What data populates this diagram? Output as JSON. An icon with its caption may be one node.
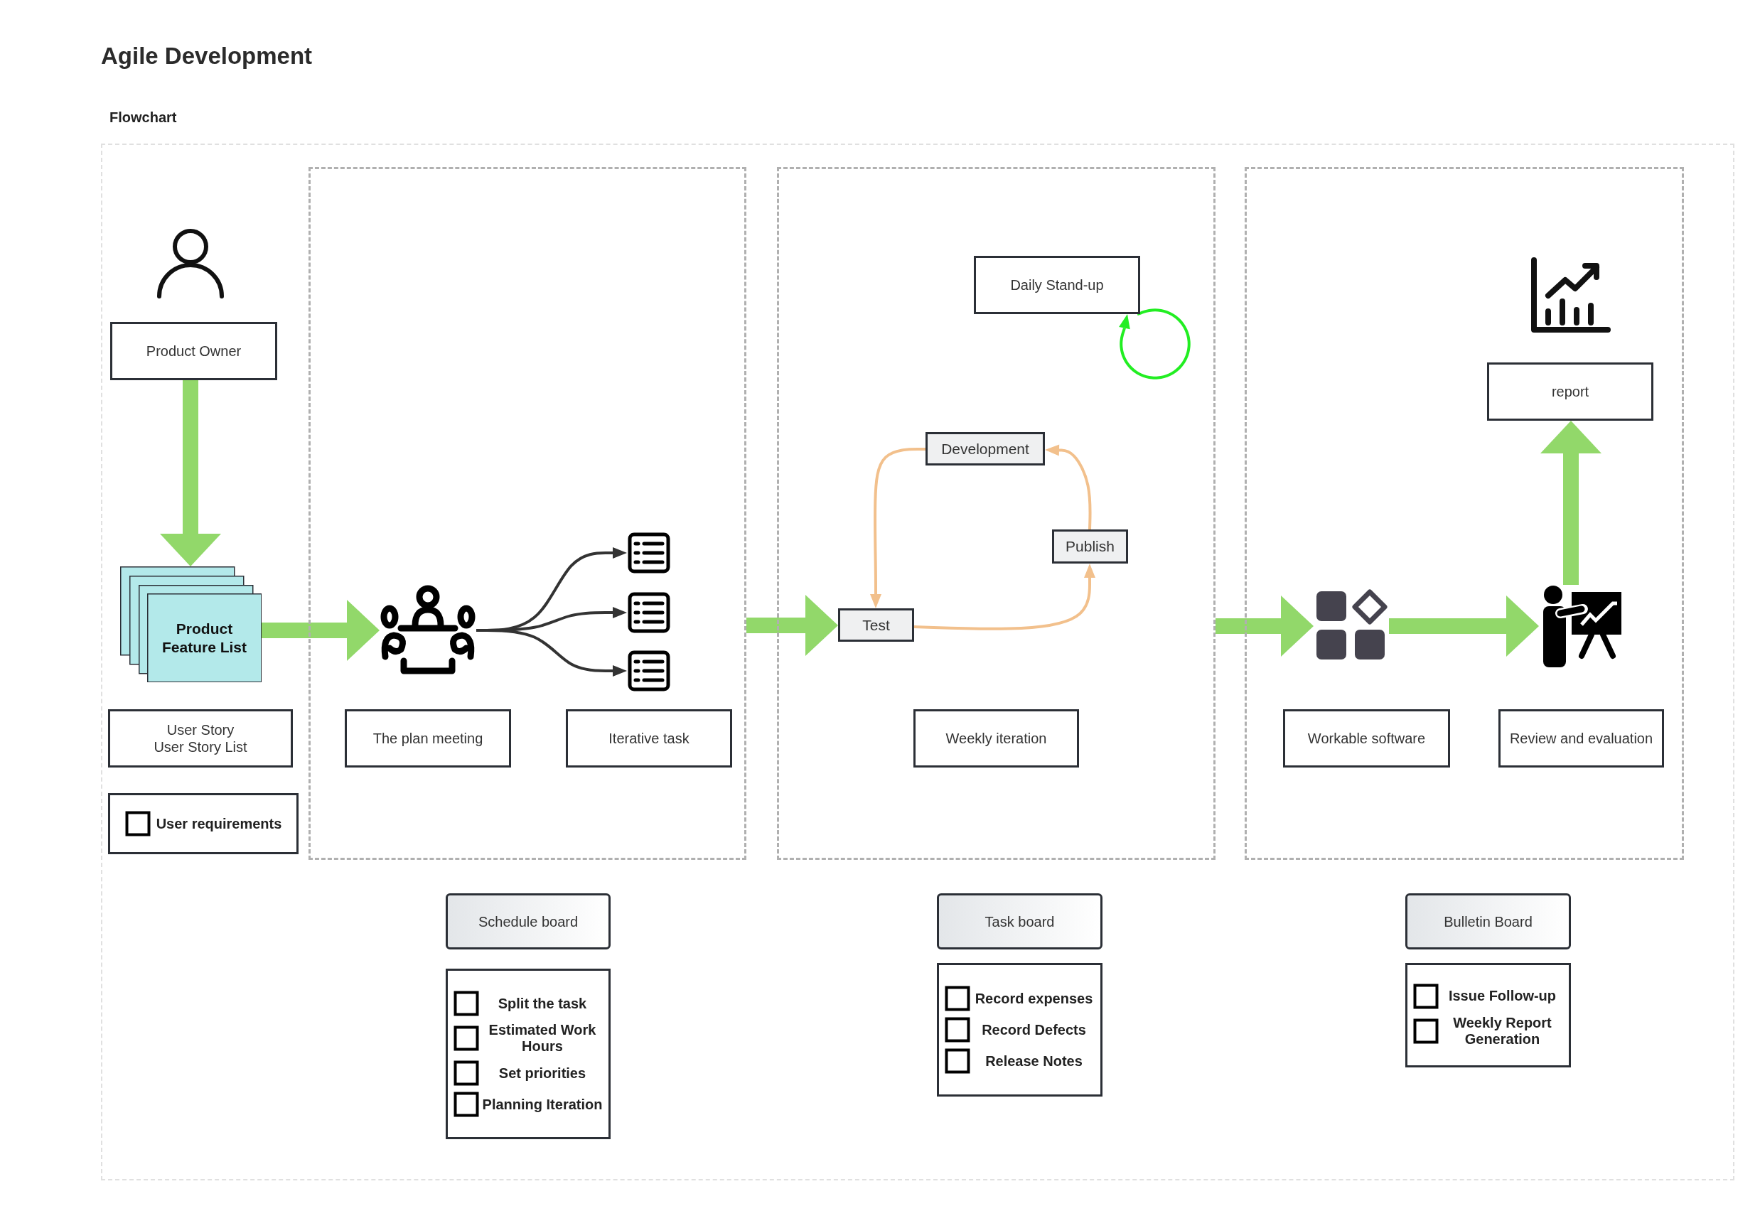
{
  "diagram": {
    "title": "Agile Development",
    "nodes": [
      {
        "text": [
          "Flowchart"
        ]
      },
      {
        "text": [],
        "shape": "box",
        "in": 0
      },
      {
        "text": [],
        "shape": "box",
        "in": 0
      },
      {
        "text": [],
        "shape": "box",
        "in": 0
      },
      {
        "text": [
          "Product Owner"
        ],
        "in": 0
      },
      {
        "text": [
          "Product Feature List"
        ],
        "in": 0
      },
      {
        "text": [
          "User Story",
          "User Story List"
        ],
        "in": 0
      },
      {
        "text": [
          "User requirements"
        ],
        "in": 0
      },
      {
        "text": [],
        "shape": "icon",
        "in": 1
      },
      {
        "text": [],
        "shape": "icon",
        "in": 1
      },
      {
        "text": [],
        "shape": "icon",
        "in": 1
      },
      {
        "text": [],
        "shape": "icon",
        "in": 1
      },
      {
        "text": [
          "The plan meeting"
        ],
        "in": 1
      },
      {
        "text": [
          "Iterative task"
        ],
        "in": 1
      },
      {
        "text": [
          "Daily Stand-up"
        ],
        "in": 2
      },
      {
        "text": [
          "Development"
        ],
        "in": 2
      },
      {
        "text": [
          "Publish"
        ],
        "in": 2
      },
      {
        "text": [
          "Test"
        ],
        "in": 2
      },
      {
        "text": [
          "Weekly iteration"
        ],
        "in": 2
      },
      {
        "text": [],
        "shape": "icon",
        "in": 3
      },
      {
        "text": [],
        "shape": "icon",
        "in": 3
      },
      {
        "text": [
          "report"
        ],
        "in": 3
      },
      {
        "text": [
          "Workable software"
        ],
        "in": 3
      },
      {
        "text": [
          "Review and evaluation"
        ],
        "in": 3
      },
      {
        "text": [
          "Schedule board"
        ],
        "in": 0
      },
      {
        "text": [
          "Split the task",
          "Estimated Work Hours",
          "Set priorities",
          "Planning Iteration"
        ],
        "in": 0
      },
      {
        "text": [
          "Task board"
        ],
        "in": 0
      },
      {
        "text": [
          "Record expenses",
          "Record Defects",
          "Release Notes"
        ],
        "in": 0
      },
      {
        "text": [
          "Bulletin Board"
        ],
        "in": 0
      },
      {
        "text": [
          "Issue Follow-up",
          "Weekly Report Generation"
        ],
        "in": 0
      }
    ],
    "edges": [
      {
        "from": 4,
        "to": 5,
        "arrow": "to",
        "style": "thick",
        "color": "#92d86a"
      },
      {
        "from": 5,
        "to": 8,
        "arrow": "to",
        "style": "thick",
        "color": "#92d86a"
      },
      {
        "from": 8,
        "to": 9,
        "arrow": "to",
        "color": "#333333"
      },
      {
        "from": 8,
        "to": 10,
        "arrow": "to",
        "color": "#333333"
      },
      {
        "from": 8,
        "to": 11,
        "arrow": "to",
        "color": "#333333"
      },
      {
        "from": 1,
        "to": 17,
        "arrow": "to",
        "style": "thick",
        "color": "#92d86a"
      },
      {
        "from": 17,
        "to": 16,
        "arrow": "to",
        "color": "#f2c08c"
      },
      {
        "from": 16,
        "to": 15,
        "arrow": "to",
        "color": "#f2c08c"
      },
      {
        "from": 15,
        "to": 17,
        "arrow": "to",
        "color": "#f2c08c"
      },
      {
        "from": 14,
        "to": 14,
        "arrow": "to",
        "color": "#22ee22"
      },
      {
        "from": 2,
        "to": 19,
        "arrow": "to",
        "style": "thick",
        "color": "#92d86a"
      },
      {
        "from": 19,
        "to": 20,
        "arrow": "to",
        "style": "thick",
        "color": "#92d86a"
      },
      {
        "from": 20,
        "to": 21,
        "arrow": "to",
        "style": "thick",
        "color": "#92d86a"
      }
    ]
  }
}
